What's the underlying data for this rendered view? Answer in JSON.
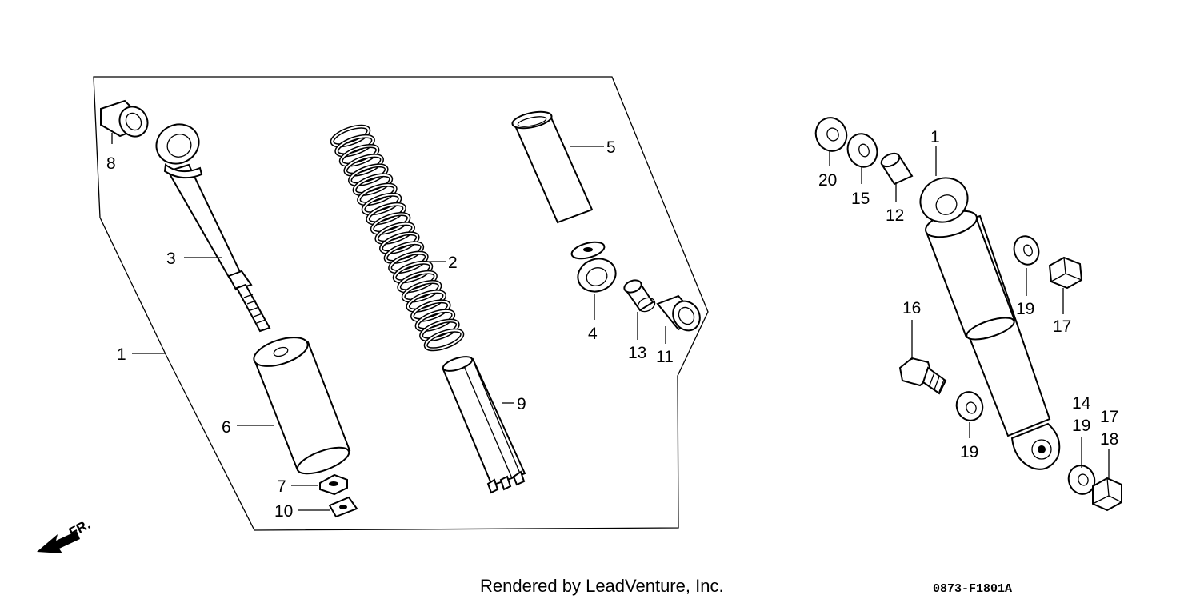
{
  "diagram": {
    "labels": {
      "l1": "1",
      "l2": "2",
      "l3": "3",
      "l4": "4",
      "l5": "5",
      "l6": "6",
      "l7": "7",
      "l8": "8",
      "l9": "9",
      "l10": "10",
      "l11": "11",
      "l13": "13",
      "r1": "1",
      "r12": "12",
      "r14": "14",
      "r15": "15",
      "r16": "16",
      "r17a": "17",
      "r17b": "17",
      "r18": "18",
      "r19a": "19",
      "r19b": "19",
      "r19c": "19",
      "r20": "20"
    },
    "direction_label": "FR.",
    "footer": "Rendered by LeadVenture, Inc.",
    "diagram_code": "0873-F1801A"
  }
}
